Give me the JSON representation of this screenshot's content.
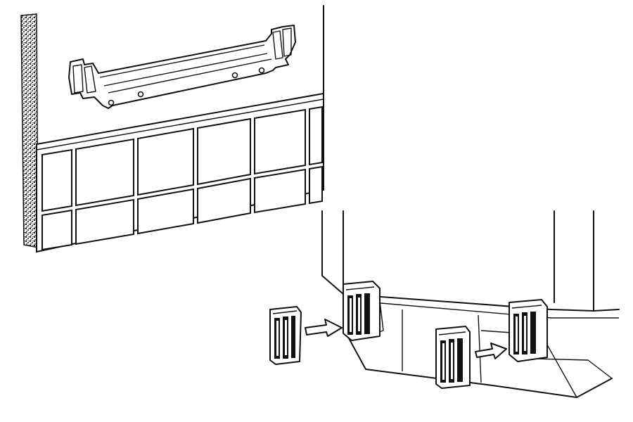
{
  "figure": {
    "top_scene": "wall-bracket-mounting",
    "bottom_scene": "clip-installation",
    "icons": [
      "mounting-bracket-icon",
      "support-clip-icon",
      "insertion-arrow-icon"
    ],
    "clip_count": 4,
    "arrow_count": 2,
    "colors": {
      "ink": "#111111",
      "paper": "#ffffff"
    }
  }
}
